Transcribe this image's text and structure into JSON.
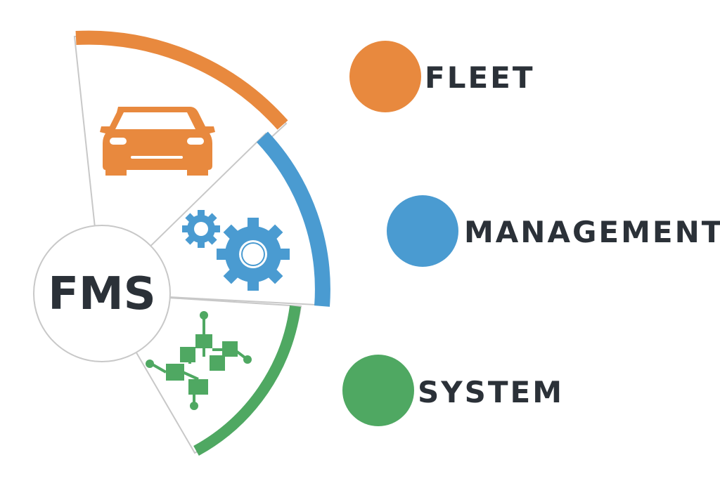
{
  "center": {
    "text": "FMS"
  },
  "items": [
    {
      "label": "FLEET",
      "color": "#E8893E",
      "icon": "car-icon"
    },
    {
      "label": "MANAGEMENT",
      "color": "#4A9BD1",
      "icon": "gears-icon"
    },
    {
      "label": "SYSTEM",
      "color": "#4FA862",
      "icon": "network-icon"
    }
  ],
  "text_color": "#2B3138",
  "line_color": "#C8C8C8"
}
